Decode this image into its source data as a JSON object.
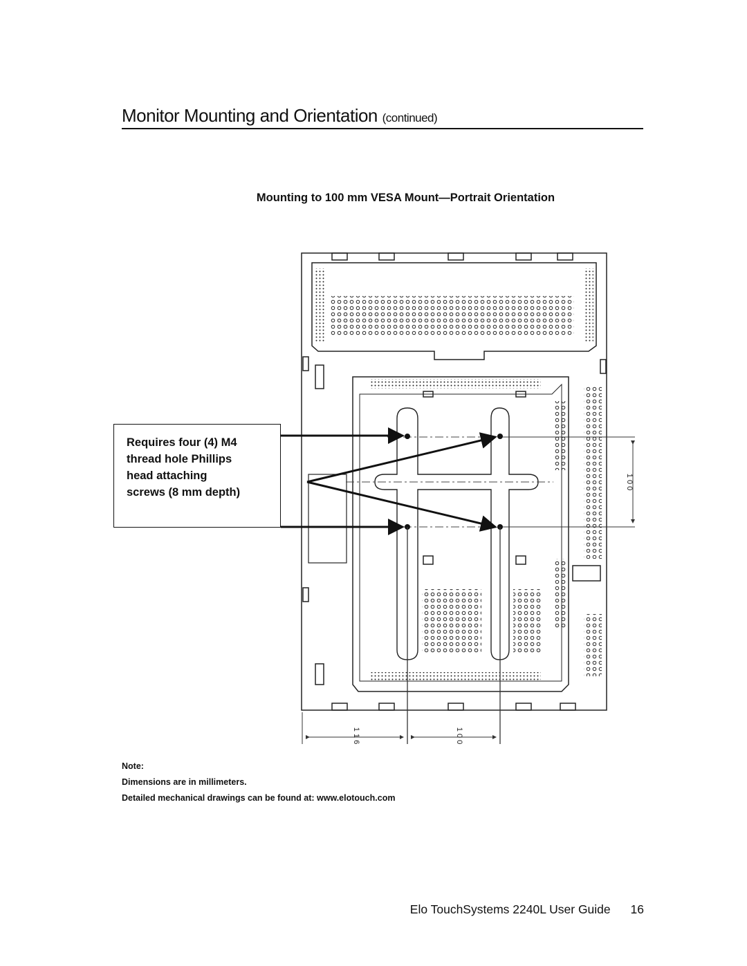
{
  "page": {
    "heading": "Monitor Mounting and Orientation",
    "heading_suffix": "(continued)",
    "subheading": "Mounting to 100 mm VESA Mount—Portrait Orientation"
  },
  "callout": {
    "lines": [
      "Requires four (4) M4",
      "thread hole Phillips",
      "head attaching",
      "screws (8 mm depth)"
    ]
  },
  "drawing": {
    "dim_vertical": "1 0 0",
    "dim_bottom_left": "1 1 6",
    "dim_bottom_right": "1 0 0"
  },
  "notes": {
    "label": "Note:",
    "dimensions": "Dimensions are in millimeters.",
    "drawings": "Detailed mechanical drawings can be found at: www.elotouch.com"
  },
  "footer": {
    "guide": "Elo TouchSystems 2240L User Guide",
    "page_number": "16"
  }
}
